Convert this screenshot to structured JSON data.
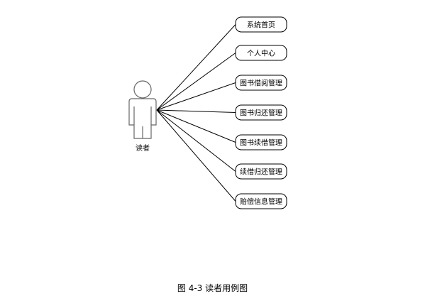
{
  "actor": {
    "label": "读者",
    "icon": "stick-figure-actor-icon"
  },
  "use_cases": [
    {
      "label": "系统首页"
    },
    {
      "label": "个人中心"
    },
    {
      "label": "图书借阅管理"
    },
    {
      "label": "图书归还管理"
    },
    {
      "label": "图书续借管理"
    },
    {
      "label": "续借归还管理"
    },
    {
      "label": "赔偿信息管理"
    }
  ],
  "caption": "图 4-3 读者用例图",
  "colors": {
    "stroke": "#000000",
    "actor_stroke": "#666666",
    "background": "#ffffff"
  }
}
